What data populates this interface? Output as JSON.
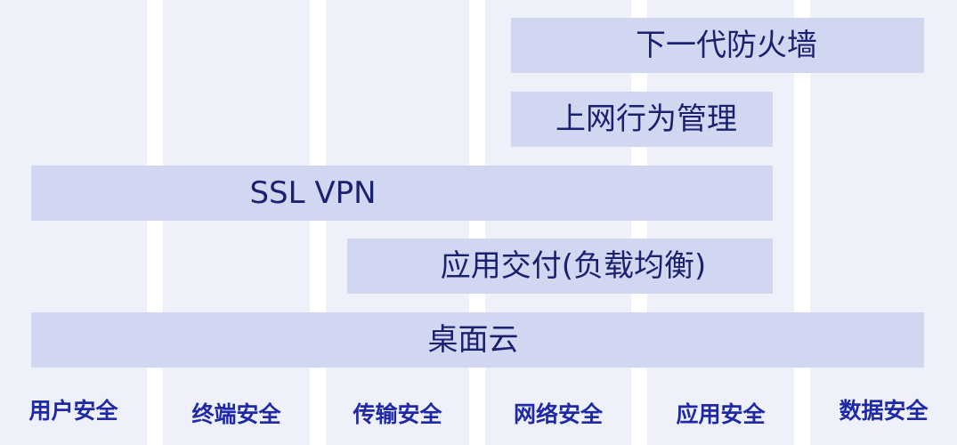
{
  "colors": {
    "background": "#eef0fa",
    "separator": "#ffffff",
    "bar_fill": "#d2d7f1",
    "bar_text": "#1a2270",
    "column_label_text": "#1f29a8"
  },
  "columns": [
    {
      "label": "用户安全"
    },
    {
      "label": "终端安全"
    },
    {
      "label": "传输安全"
    },
    {
      "label": "网络安全"
    },
    {
      "label": "应用安全"
    },
    {
      "label": "数据安全"
    }
  ],
  "bars": [
    {
      "label": "下一代防火墙"
    },
    {
      "label": "上网行为管理"
    },
    {
      "label": "SSL VPN"
    },
    {
      "label": "应用交付(负载均衡)"
    },
    {
      "label": "桌面云"
    }
  ]
}
